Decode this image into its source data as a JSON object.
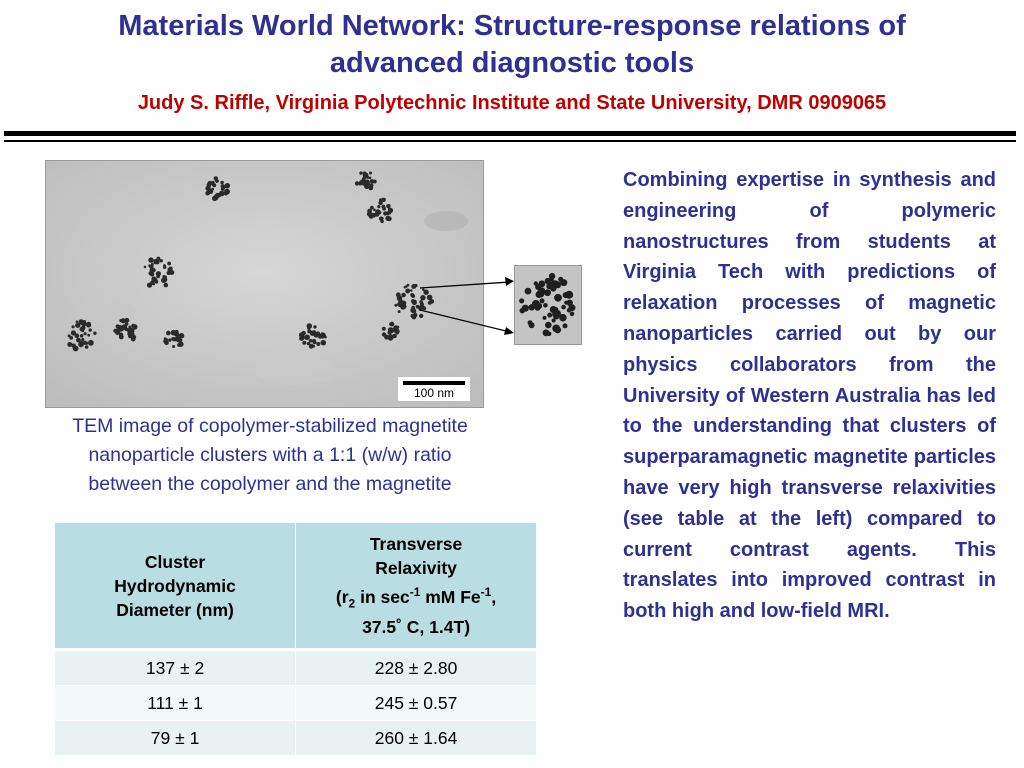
{
  "header": {
    "title_line1": "Materials World Network: Structure-response relations of",
    "title_line2": "advanced diagnostic tools",
    "subtitle": "Judy S. Riffle, Virginia Polytechnic Institute and State University, DMR 0909065"
  },
  "figure": {
    "scale_bar_label": "100 nm",
    "caption_line1": "TEM image of copolymer-stabilized magnetite",
    "caption_line2": "nanoparticle clusters with a 1:1 (w/w) ratio",
    "caption_line3": "between the copolymer and the magnetite"
  },
  "body_text": "Combining expertise in synthesis and engineering of polymeric nanostructures from students at Virginia Tech with predictions of relaxation processes of magnetic nanoparticles carried out by our physics collaborators from the University of Western Australia has led to the understanding that clusters of superparamagnetic magnetite particles have very high transverse relaxivities (see table at the left) compared to current contrast agents. This translates into improved contrast in both high and low-field MRI.",
  "table": {
    "header_col1_line1": "Cluster",
    "header_col1_line2": "Hydrodynamic",
    "header_col1_line3": "Diameter (nm)",
    "header_col2_line1": "Transverse",
    "header_col2_line2": "Relaxivity",
    "header_col2_line3a": "(r",
    "header_col2_sub": "2",
    "header_col2_line3b": " in sec",
    "header_col2_sup1": "-1",
    "header_col2_line3c": " mM Fe",
    "header_col2_sup2": "-1",
    "header_col2_line3d": ",",
    "header_col2_line4": "37.5˚ C, 1.4T)",
    "rows": [
      {
        "diameter": "137 ± 2",
        "relaxivity": "228 ± 2.80"
      },
      {
        "diameter": "111 ± 1",
        "relaxivity": "245 ± 0.57"
      },
      {
        "diameter": "79 ± 1",
        "relaxivity": "260 ± 1.64"
      }
    ]
  },
  "colors": {
    "title": "#2e3192",
    "subtitle": "#c00000",
    "table_header": "#b8dde3",
    "table_row": "#e8f2f3"
  }
}
